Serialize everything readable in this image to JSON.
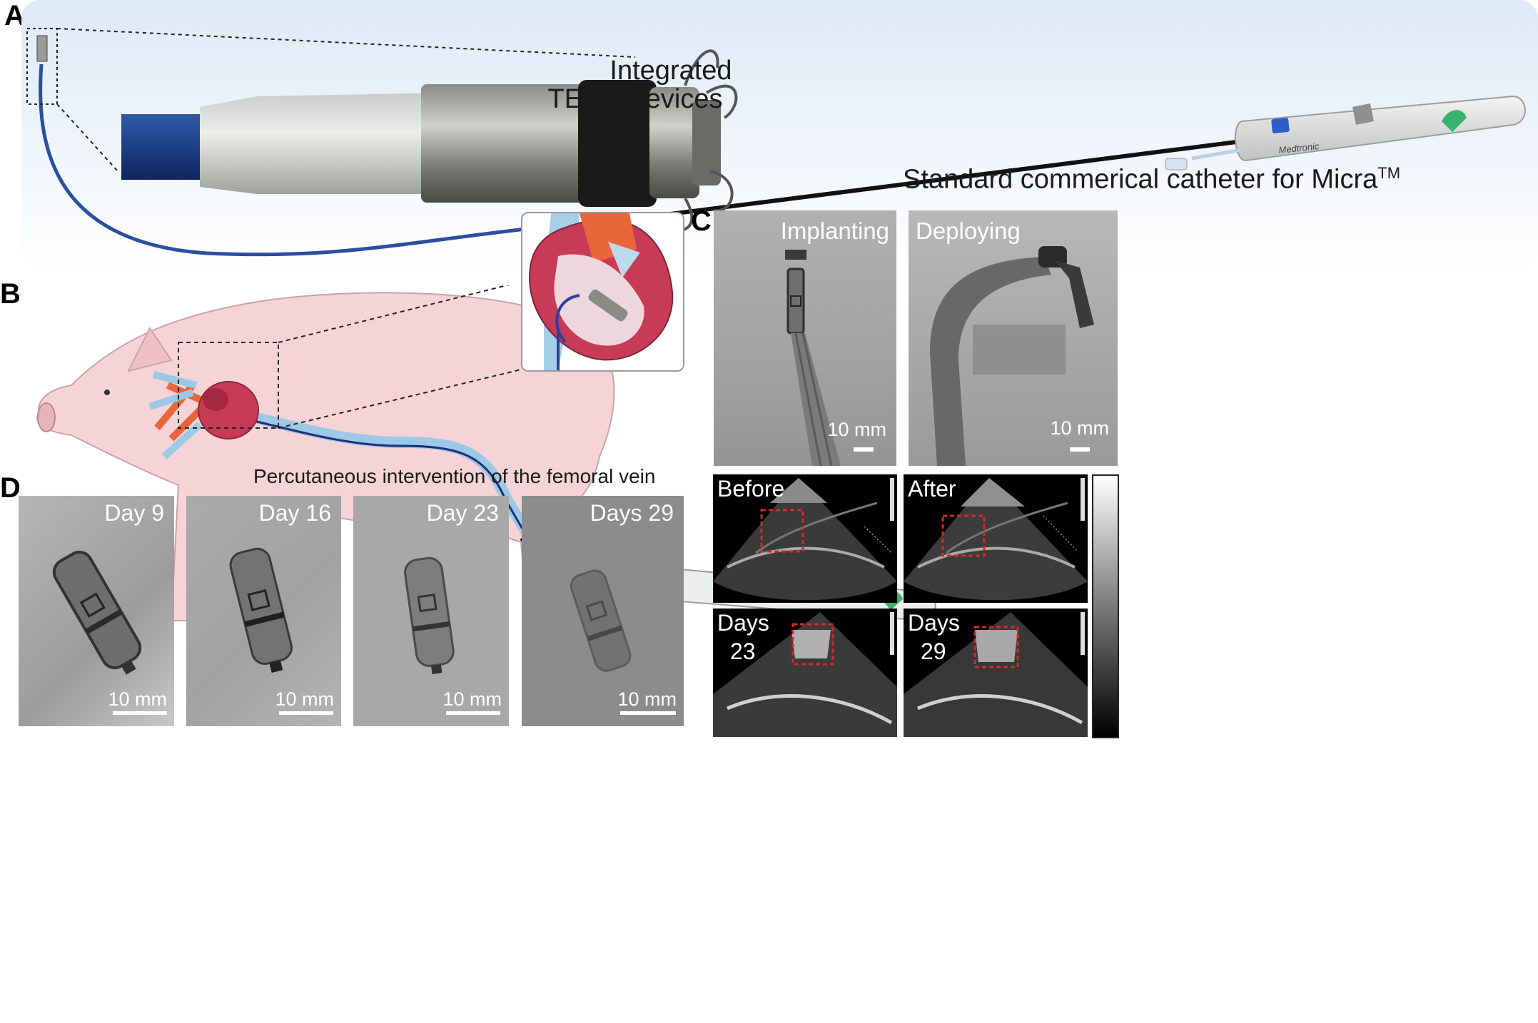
{
  "panels": {
    "A": {
      "letter": "A",
      "device_label_line1": "Integrated",
      "device_label_line2": "TENG devices",
      "catheter_label": "Standard commerical catheter for Micra",
      "catheter_label_sup": "TM"
    },
    "B": {
      "letter": "B",
      "caption": "Percutaneous intervention of the femoral vein"
    },
    "C": {
      "letter": "C",
      "xray": [
        {
          "label": "Implanting",
          "scale": "10 mm"
        },
        {
          "label": "Deploying",
          "scale": "10 mm"
        }
      ],
      "echo": [
        {
          "label": "Before"
        },
        {
          "label": "After"
        },
        {
          "label_line1": "Days",
          "label_line2": "23"
        },
        {
          "label_line1": "Days",
          "label_line2": "29"
        }
      ]
    },
    "D": {
      "letter": "D",
      "xray": [
        {
          "label": "Day 9",
          "scale": "10 mm"
        },
        {
          "label": "Day 16",
          "scale": "10 mm"
        },
        {
          "label": "Day 23",
          "scale": "10 mm"
        },
        {
          "label": "Days 29",
          "scale": "10 mm"
        }
      ]
    }
  },
  "colors": {
    "catheter_blue": "#2b4f9e",
    "roi_red": "#d42a2a",
    "pig_pink": "#f6d3d6"
  }
}
